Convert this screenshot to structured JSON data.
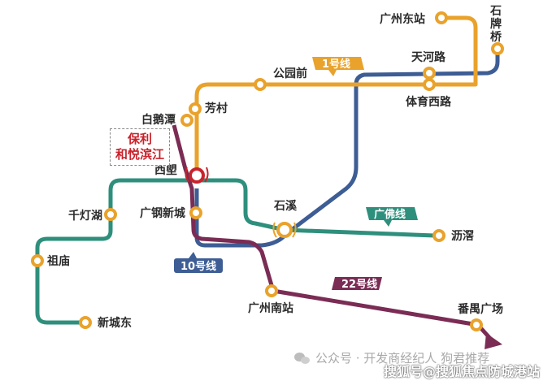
{
  "colors": {
    "line1": "#e9a22b",
    "line10": "#3d5d94",
    "line22": "#7b2c55",
    "guangfo": "#2e8f7c",
    "marker_text": "#c8232c",
    "station_fill": "#ffffff"
  },
  "lines": {
    "line1": "1号线",
    "line10": "10号线",
    "line22": "22号线",
    "guangfo": "广佛线"
  },
  "stations": {
    "guangzhou_east": "广州东站",
    "shipaiqiao": "石牌桥",
    "tianhe_road": "天河路",
    "tiyu_xilu": "体育西路",
    "gongyuanqian": "公园前",
    "fangcun": "芳村",
    "baietan": "白鹅潭",
    "xishuo": "西塱",
    "qiandenghu": "千灯湖",
    "zumiao": "祖庙",
    "xinchengdong": "新城东",
    "guanggang_xincheng": "广钢新城",
    "shixi": "石溪",
    "liejiao": "沥滘",
    "guangzhou_south": "广州南站",
    "panyu_square": "番禺广场"
  },
  "project_marker": {
    "line1_text": "保利",
    "line2_text": "和悦滨江"
  },
  "footer": {
    "wechat_text": "公众号 · 开发商经纪人  狗君推荐",
    "watermark": "搜狐号@搜狐焦点防城港站"
  },
  "icons": {
    "wechat": "wechat-icon",
    "arrow": "arrow-right-icon"
  }
}
